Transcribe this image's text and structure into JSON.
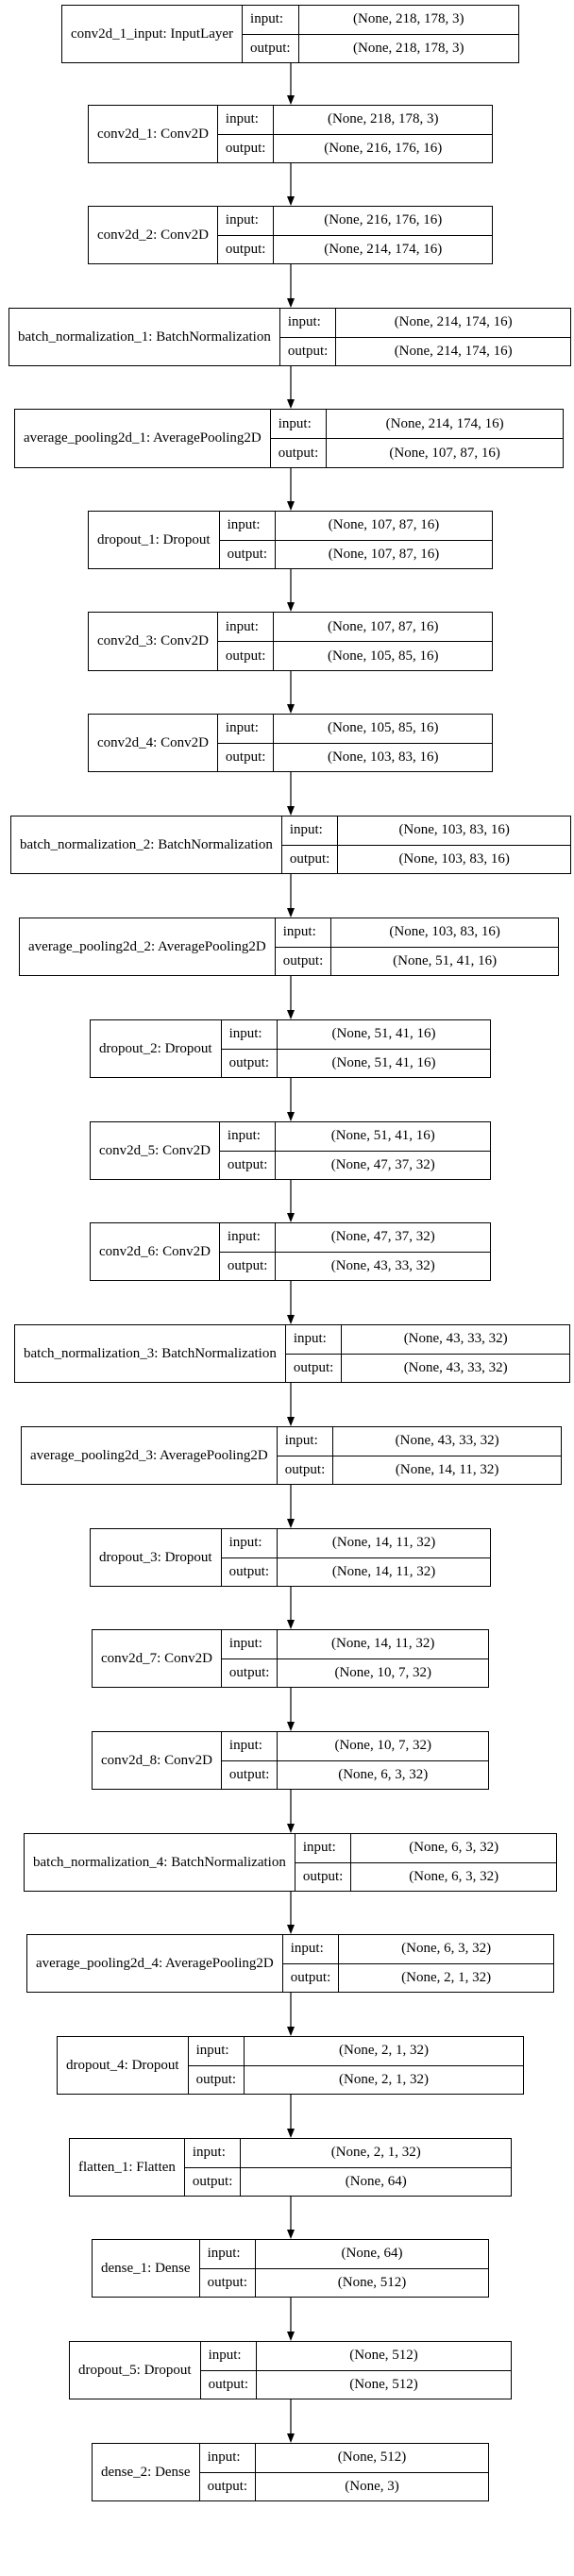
{
  "diagram": {
    "layers": [
      {
        "name": "conv2d_1_input: InputLayer",
        "input_label": "input:",
        "output_label": "output:",
        "input": "(None, 218, 178, 3)",
        "output": "(None, 218, 178, 3)"
      },
      {
        "name": "conv2d_1: Conv2D",
        "input_label": "input:",
        "output_label": "output:",
        "input": "(None, 218, 178, 3)",
        "output": "(None, 216, 176, 16)"
      },
      {
        "name": "conv2d_2: Conv2D",
        "input_label": "input:",
        "output_label": "output:",
        "input": "(None, 216, 176, 16)",
        "output": "(None, 214, 174, 16)"
      },
      {
        "name": "batch_normalization_1: BatchNormalization",
        "input_label": "input:",
        "output_label": "output:",
        "input": "(None, 214, 174, 16)",
        "output": "(None, 214, 174, 16)"
      },
      {
        "name": "average_pooling2d_1: AveragePooling2D",
        "input_label": "input:",
        "output_label": "output:",
        "input": "(None, 214, 174, 16)",
        "output": "(None, 107, 87, 16)"
      },
      {
        "name": "dropout_1: Dropout",
        "input_label": "input:",
        "output_label": "output:",
        "input": "(None, 107, 87, 16)",
        "output": "(None, 107, 87, 16)"
      },
      {
        "name": "conv2d_3: Conv2D",
        "input_label": "input:",
        "output_label": "output:",
        "input": "(None, 107, 87, 16)",
        "output": "(None, 105, 85, 16)"
      },
      {
        "name": "conv2d_4: Conv2D",
        "input_label": "input:",
        "output_label": "output:",
        "input": "(None, 105, 85, 16)",
        "output": "(None, 103, 83, 16)"
      },
      {
        "name": "batch_normalization_2: BatchNormalization",
        "input_label": "input:",
        "output_label": "output:",
        "input": "(None, 103, 83, 16)",
        "output": "(None, 103, 83, 16)"
      },
      {
        "name": "average_pooling2d_2: AveragePooling2D",
        "input_label": "input:",
        "output_label": "output:",
        "input": "(None, 103, 83, 16)",
        "output": "(None, 51, 41, 16)"
      },
      {
        "name": "dropout_2: Dropout",
        "input_label": "input:",
        "output_label": "output:",
        "input": "(None, 51, 41, 16)",
        "output": "(None, 51, 41, 16)"
      },
      {
        "name": "conv2d_5: Conv2D",
        "input_label": "input:",
        "output_label": "output:",
        "input": "(None, 51, 41, 16)",
        "output": "(None, 47, 37, 32)"
      },
      {
        "name": "conv2d_6: Conv2D",
        "input_label": "input:",
        "output_label": "output:",
        "input": "(None, 47, 37, 32)",
        "output": "(None, 43, 33, 32)"
      },
      {
        "name": "batch_normalization_3: BatchNormalization",
        "input_label": "input:",
        "output_label": "output:",
        "input": "(None, 43, 33, 32)",
        "output": "(None, 43, 33, 32)"
      },
      {
        "name": "average_pooling2d_3: AveragePooling2D",
        "input_label": "input:",
        "output_label": "output:",
        "input": "(None, 43, 33, 32)",
        "output": "(None, 14, 11, 32)"
      },
      {
        "name": "dropout_3: Dropout",
        "input_label": "input:",
        "output_label": "output:",
        "input": "(None, 14, 11, 32)",
        "output": "(None, 14, 11, 32)"
      },
      {
        "name": "conv2d_7: Conv2D",
        "input_label": "input:",
        "output_label": "output:",
        "input": "(None, 14, 11, 32)",
        "output": "(None, 10, 7, 32)"
      },
      {
        "name": "conv2d_8: Conv2D",
        "input_label": "input:",
        "output_label": "output:",
        "input": "(None, 10, 7, 32)",
        "output": "(None, 6, 3, 32)"
      },
      {
        "name": "batch_normalization_4: BatchNormalization",
        "input_label": "input:",
        "output_label": "output:",
        "input": "(None, 6, 3, 32)",
        "output": "(None, 6, 3, 32)"
      },
      {
        "name": "average_pooling2d_4: AveragePooling2D",
        "input_label": "input:",
        "output_label": "output:",
        "input": "(None, 6, 3, 32)",
        "output": "(None, 2, 1, 32)"
      },
      {
        "name": "dropout_4: Dropout",
        "input_label": "input:",
        "output_label": "output:",
        "input": "(None, 2, 1, 32)",
        "output": "(None, 2, 1, 32)"
      },
      {
        "name": "flatten_1: Flatten",
        "input_label": "input:",
        "output_label": "output:",
        "input": "(None, 2, 1, 32)",
        "output": "(None, 64)"
      },
      {
        "name": "dense_1: Dense",
        "input_label": "input:",
        "output_label": "output:",
        "input": "(None, 64)",
        "output": "(None, 512)"
      },
      {
        "name": "dropout_5: Dropout",
        "input_label": "input:",
        "output_label": "output:",
        "input": "(None, 512)",
        "output": "(None, 512)"
      },
      {
        "name": "dense_2: Dense",
        "input_label": "input:",
        "output_label": "output:",
        "input": "(None, 512)",
        "output": "(None, 3)"
      }
    ]
  }
}
